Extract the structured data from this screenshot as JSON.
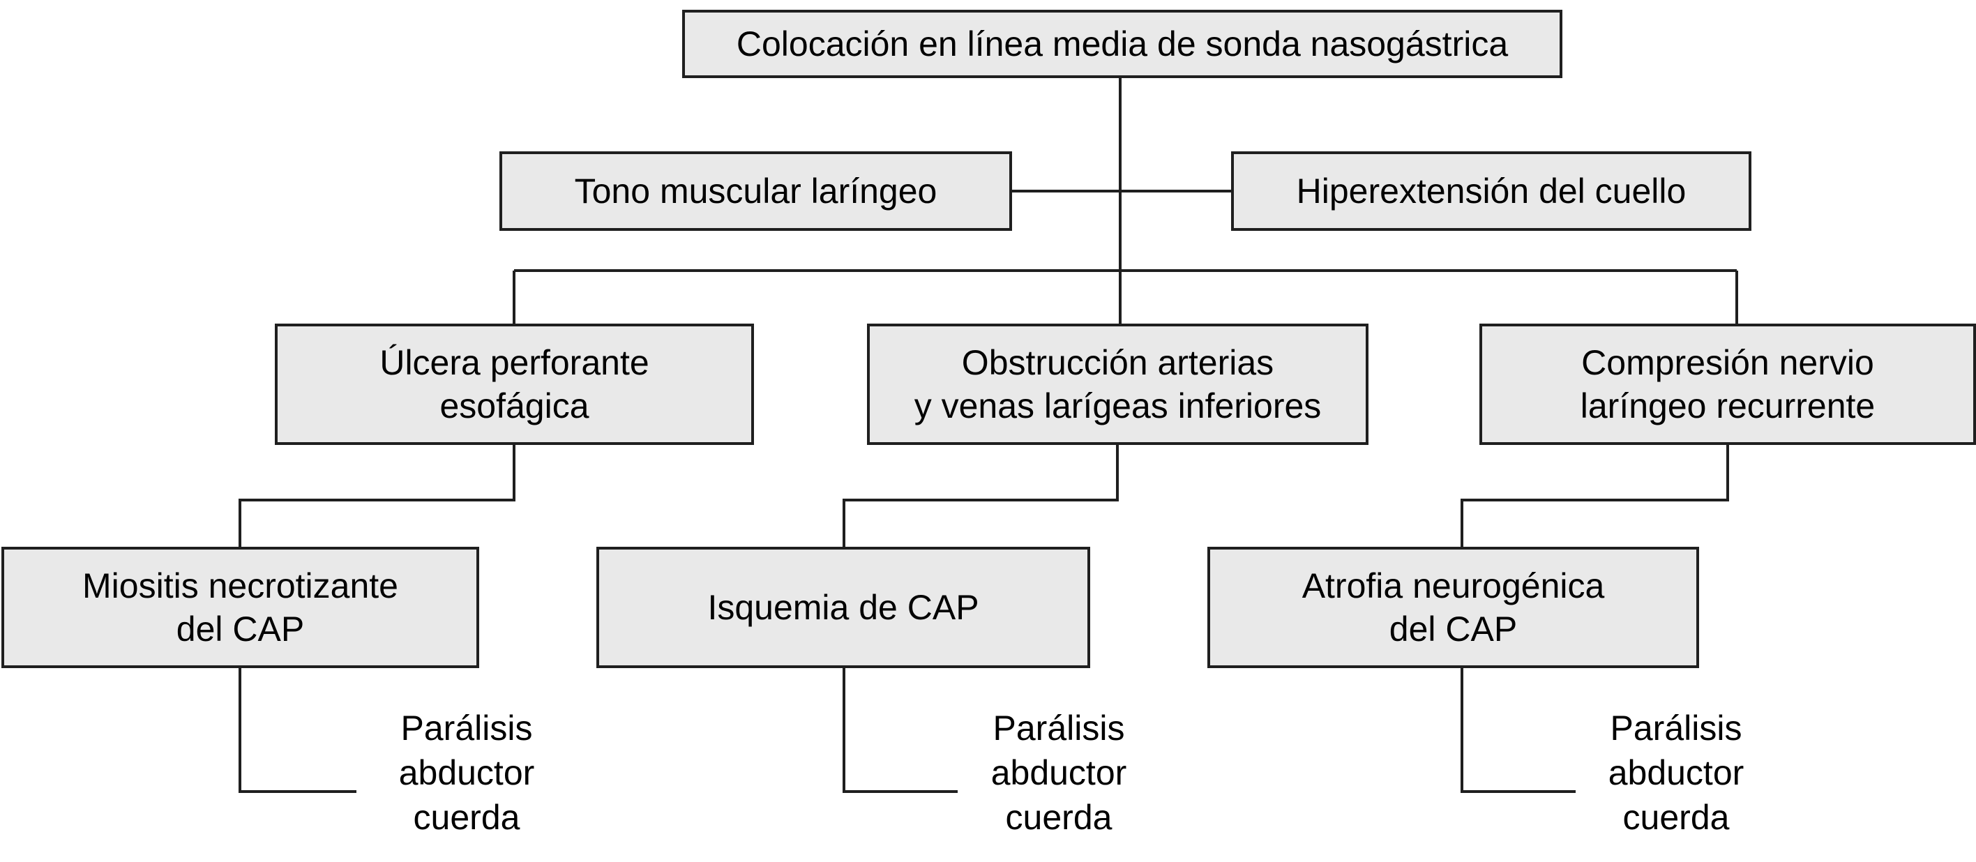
{
  "diagram": {
    "type": "flowchart",
    "language": "es",
    "colors": {
      "background": "#ffffff",
      "box_fill": "#e9e9e9",
      "box_border": "#1f1f1f",
      "line": "#1f1f1f",
      "text": "#000000"
    },
    "nodes": {
      "root": {
        "label": "Colocación en línea media de sonda nasogástrica"
      },
      "tono_muscular": {
        "label": "Tono muscular laríngeo"
      },
      "hiperextension": {
        "label": "Hiperextensión del cuello"
      },
      "ulcera": {
        "label": "Úlcera perforante\nesofágica"
      },
      "obstruccion": {
        "label": "Obstrucción arterias\ny venas larígeas inferiores"
      },
      "compresion": {
        "label": "Compresión nervio\nlaríngeo recurrente"
      },
      "miositis": {
        "label": "Miositis necrotizante\ndel CAP"
      },
      "isquemia": {
        "label": "Isquemia de CAP"
      },
      "atrofia": {
        "label": "Atrofia neurogénica\ndel CAP"
      },
      "paralisis_izquierda": {
        "label": "Parálisis\nabductor\ncuerda"
      },
      "paralisis_centro": {
        "label": "Parálisis\nabductor\ncuerda"
      },
      "paralisis_derecha": {
        "label": "Parálisis\nabductor\ncuerda"
      }
    }
  }
}
